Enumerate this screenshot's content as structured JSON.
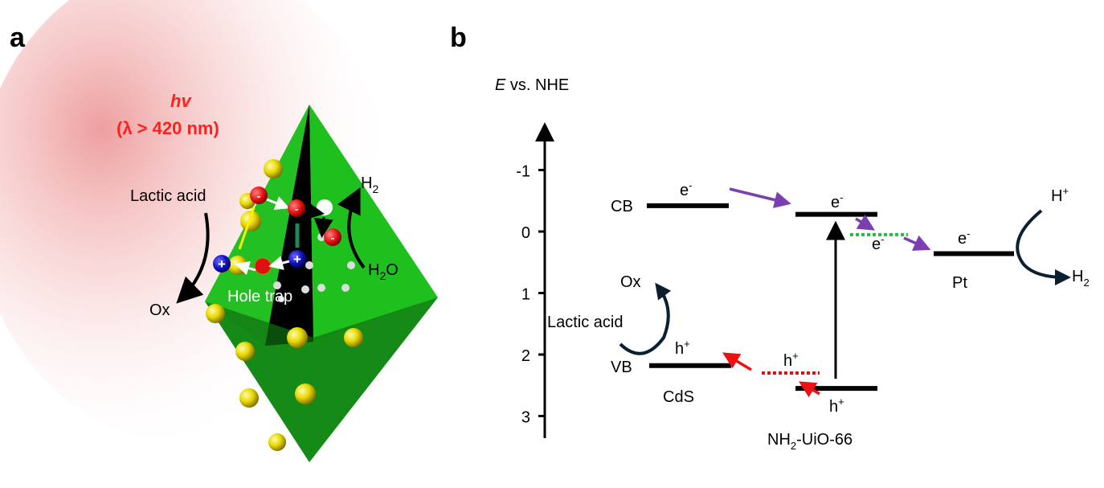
{
  "panel_a": {
    "label": "a",
    "light_label": "hv",
    "wavelength_label": "(λ > 420 nm)",
    "lactic_acid": "Lactic acid",
    "ox": "Ox",
    "h2": "H",
    "h2_sub": "2",
    "h2o": "H",
    "h2o_sub": "2",
    "h2o_o": "O",
    "hole_trap": "Hole trap",
    "minus": "-",
    "plus": "+",
    "colors": {
      "light": "#ff1a1a",
      "face": "#1fc21f",
      "face_dark": "#147a14",
      "atom": "#e8d800",
      "electron": "#e01010",
      "hole": "#1010c0"
    }
  },
  "panel_b": {
    "label": "b",
    "axis_label_italic": "E",
    "axis_label_rest": " vs. NHE",
    "ticks": [
      -1,
      0,
      1,
      2,
      3
    ],
    "cb_label": "CB",
    "vb_label": "VB",
    "cds_label": "CdS",
    "mof_label_a": "NH",
    "mof_label_sub": "2",
    "mof_label_b": "-UiO-66",
    "pt_label": "Pt",
    "electron": "e",
    "electron_sup": "-",
    "hole": "h",
    "hole_sup": "+",
    "ox": "Ox",
    "lactic_acid": "Lactic acid",
    "h_plus": "H",
    "h_plus_sup": "+",
    "h2": "H",
    "h2_sub": "2",
    "levels": {
      "cds_cb": -0.42,
      "cds_vb": 2.18,
      "mof_cb": -0.28,
      "mof_vb": 2.55,
      "pt": 0.36,
      "mof_trap_e": 0.05,
      "mof_trap_h": 2.3
    },
    "colors": {
      "electron_arrow": "#7b3fb0",
      "hole_arrow": "#ee1111",
      "e_trap": "#22bb44",
      "h_trap": "#dd1111"
    }
  }
}
